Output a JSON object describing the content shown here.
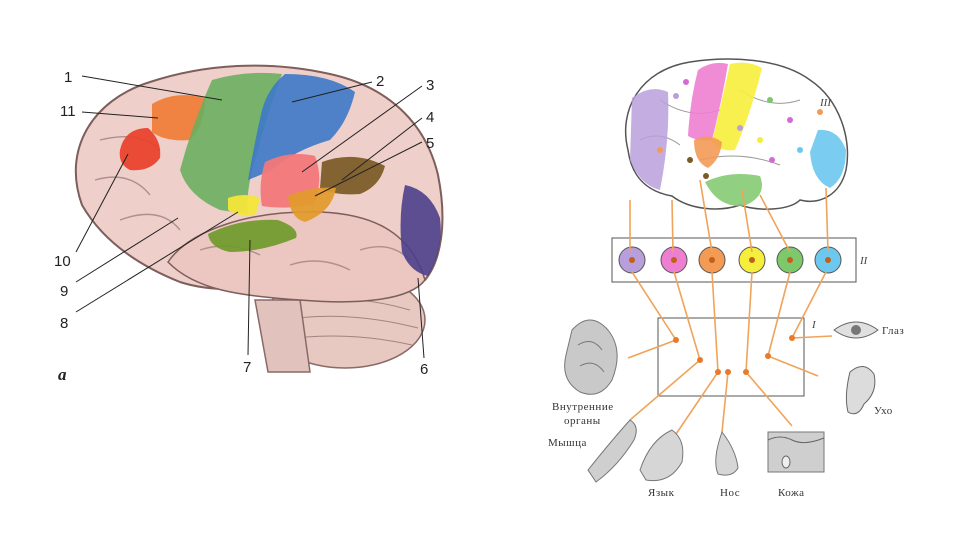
{
  "left_figure": {
    "letter": "а",
    "labels": [
      "1",
      "2",
      "3",
      "4",
      "5",
      "6",
      "7",
      "8",
      "9",
      "10",
      "11"
    ],
    "colors": {
      "red": "#e8402a",
      "orange": "#ef7a33",
      "green": "#6cae5f",
      "blue": "#3d78c9",
      "pink": "#f2787a",
      "brown": "#7b5a26",
      "amber": "#e39a2a",
      "olive": "#6f9a2c",
      "yellow": "#f4e63a",
      "indigo": "#4b3f8a"
    }
  },
  "right_figure": {
    "levels": [
      "I",
      "II",
      "III"
    ],
    "circle_colors": [
      "#b89fdc",
      "#ee7fd0",
      "#f39a55",
      "#f6ee3c",
      "#7cc86a",
      "#6cc8ef"
    ],
    "organs": [
      "Внутренние",
      "органы",
      "Мышца",
      "Язык",
      "Нос",
      "Кожа",
      "Глаз",
      "Ухо"
    ],
    "line_color": "#f0a35a"
  }
}
